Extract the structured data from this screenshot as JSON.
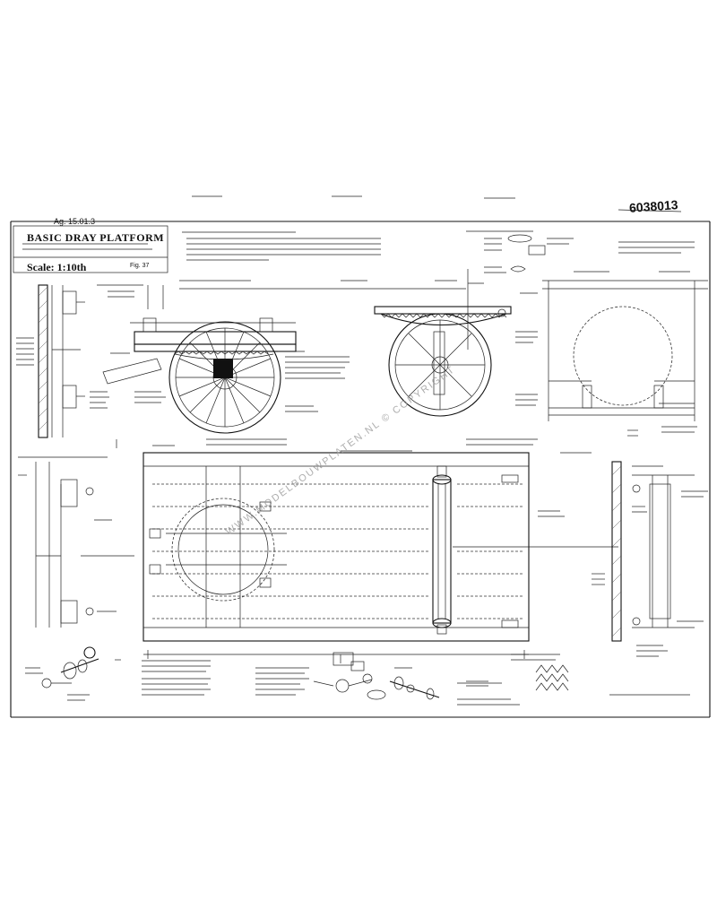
{
  "sheet": {
    "title": "BASIC DRAY PLATFORM",
    "scale": "Scale: 1:10th",
    "ref_top": "Ag. 15.01.3",
    "ref_corner": "6038013",
    "fig": "Fig. 37",
    "watermark": "WWW.MODELBOUWPLATEN.NL © COPYRIGHT"
  },
  "colors": {
    "ink": "#111111",
    "paper": "#ffffff",
    "watermark": "#999999"
  }
}
